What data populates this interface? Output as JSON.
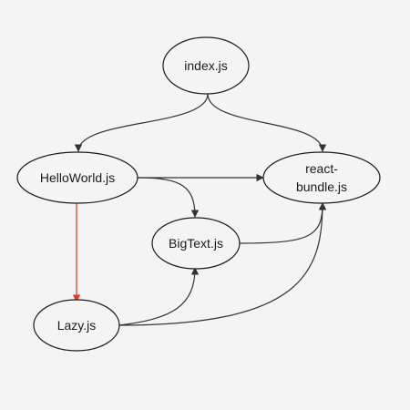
{
  "nodes": [
    {
      "id": "index",
      "label": "index.js"
    },
    {
      "id": "helloworld",
      "label": "HelloWorld.js"
    },
    {
      "id": "reactbundle",
      "label_lines": [
        "react-",
        "bundle.js"
      ]
    },
    {
      "id": "bigtext",
      "label": "BigText.js"
    },
    {
      "id": "lazy",
      "label": "Lazy.js"
    }
  ],
  "edges": [
    {
      "from": "index",
      "to": "helloworld",
      "color": "#333333"
    },
    {
      "from": "index",
      "to": "reactbundle",
      "color": "#333333"
    },
    {
      "from": "helloworld",
      "to": "reactbundle",
      "color": "#333333"
    },
    {
      "from": "helloworld",
      "to": "bigtext",
      "color": "#333333"
    },
    {
      "from": "helloworld",
      "to": "lazy",
      "color": "#e0392b"
    },
    {
      "from": "bigtext",
      "to": "reactbundle",
      "color": "#333333"
    },
    {
      "from": "lazy",
      "to": "bigtext",
      "color": "#333333"
    },
    {
      "from": "lazy",
      "to": "reactbundle",
      "color": "#333333"
    }
  ]
}
